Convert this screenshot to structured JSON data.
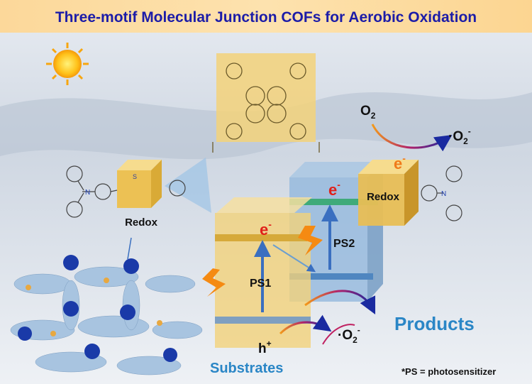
{
  "title": "Three-motif Molecular Junction COFs for Aerobic Oxidation",
  "labels": {
    "o2": "O",
    "o2_sub": "2",
    "superoxide_top": "·O",
    "superoxide_top_sub": "2",
    "superoxide_top_sup": "-",
    "e_ps1": "e",
    "e_ps2": "e",
    "e_redox": "e",
    "e_sup": "-",
    "redox_left": "Redox",
    "redox_right": "Redox",
    "ps1": "PS1",
    "ps2": "PS2",
    "products": "Products",
    "h_plus": "h",
    "h_plus_sup": "+",
    "substrates": "Substrates",
    "superoxide_bottom": "·O",
    "superoxide_bottom_sub": "2",
    "superoxide_bottom_sup": "-",
    "footnote": "*PS = photosensitizer"
  },
  "atoms": {
    "n": "N",
    "s": "S"
  },
  "colors": {
    "title": "#1c1ca8",
    "title_bg": "#fbd89a",
    "electron": "#e0201a",
    "electron_orange": "#f07a1a",
    "products": "#2a86c6",
    "yellow_box": "#f3d27a",
    "blue_box": "#8fb6dc",
    "arrow": "#3a6fc0"
  }
}
